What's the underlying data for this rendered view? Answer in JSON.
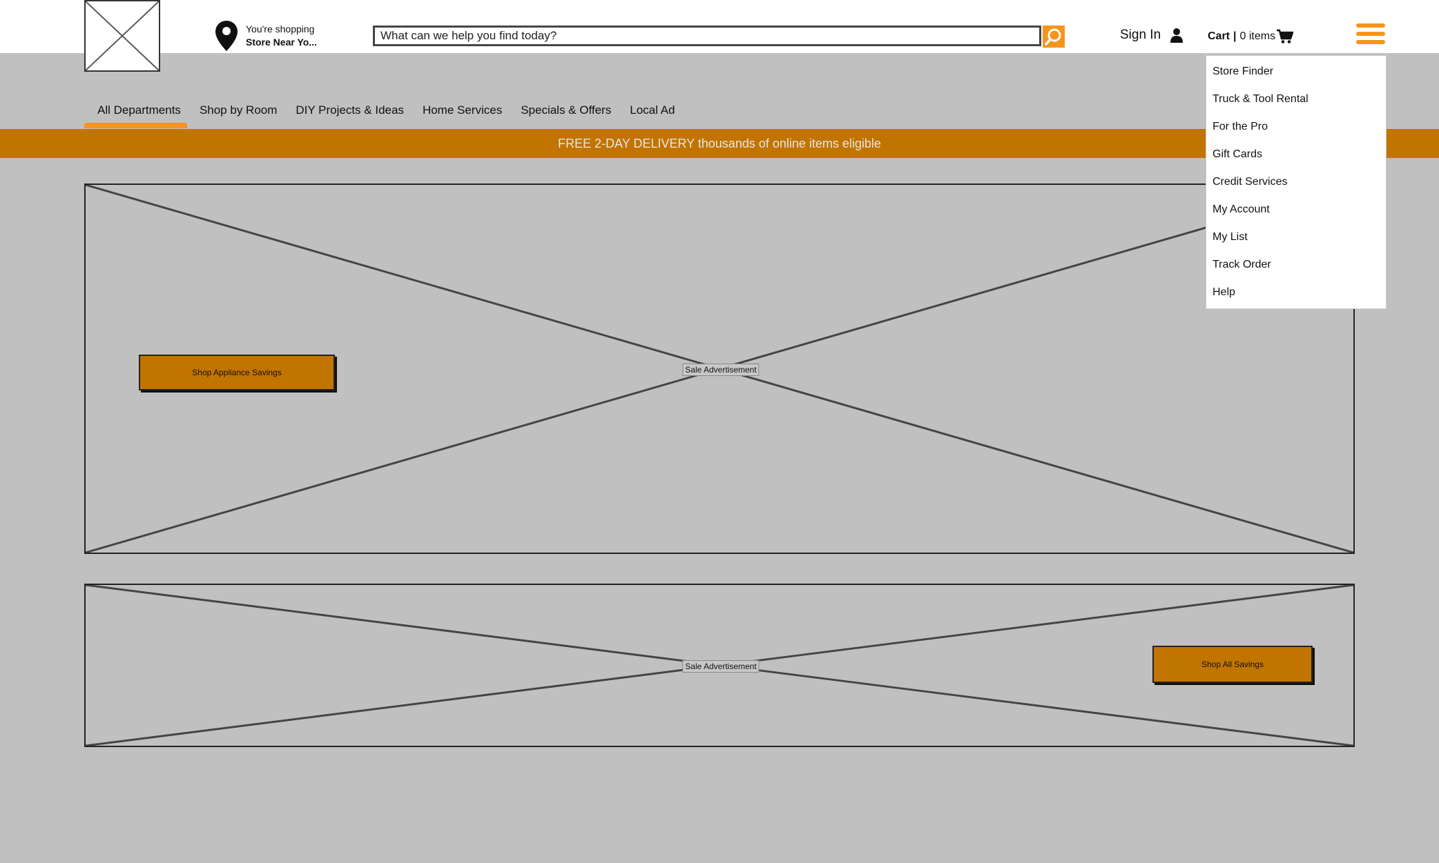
{
  "header": {
    "store": {
      "line1": "You're shopping",
      "line2": "Store Near Yo..."
    },
    "search": {
      "placeholder": "What can we help you find today?",
      "value": ""
    },
    "signin_label": "Sign In",
    "cart": {
      "label": "Cart",
      "separator": "|",
      "count_label": "0 items"
    }
  },
  "nav": {
    "items": [
      {
        "label": "All Departments"
      },
      {
        "label": "Shop by Room"
      },
      {
        "label": "DIY Projects & Ideas"
      },
      {
        "label": "Home Services"
      },
      {
        "label": "Specials & Offers"
      },
      {
        "label": "Local Ad"
      }
    ]
  },
  "banner": {
    "text": "FREE 2-DAY DELIVERY thousands of online items eligible"
  },
  "ads": {
    "primary": {
      "label": "Sale Advertisement",
      "button_label": "Shop Appliance Savings"
    },
    "secondary": {
      "label": "Sale Advertisement",
      "button_label": "Shop All Savings"
    }
  },
  "menu": {
    "items": [
      {
        "label": "Store Finder"
      },
      {
        "label": "Truck & Tool Rental"
      },
      {
        "label": "For the Pro"
      },
      {
        "label": "Gift Cards"
      },
      {
        "label": "Credit Services"
      },
      {
        "label": "My Account"
      },
      {
        "label": "My List"
      },
      {
        "label": "Track Order"
      },
      {
        "label": "Help"
      }
    ]
  },
  "colors": {
    "accent": "#f7941d",
    "banner": "#c27400",
    "background": "#c0c0c0"
  },
  "icons": [
    "logo-placeholder-icon",
    "location-pin-icon",
    "search-icon",
    "user-icon",
    "cart-icon",
    "hamburger-menu-icon"
  ]
}
